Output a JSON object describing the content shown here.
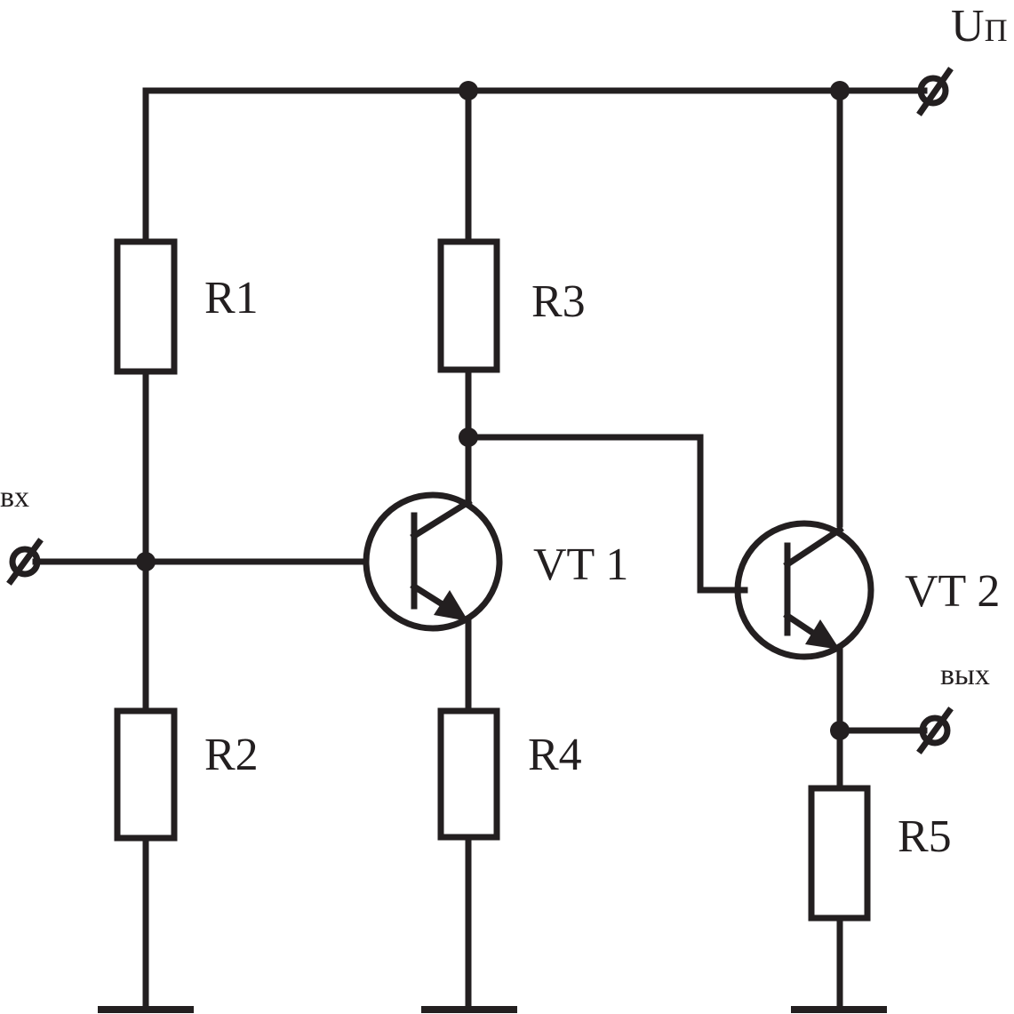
{
  "supply_label_main": "U",
  "supply_label_sub": "П",
  "input_label": "вх",
  "output_label": "вых",
  "resistors": [
    {
      "id": "r1",
      "label": "R1"
    },
    {
      "id": "r2",
      "label": "R2"
    },
    {
      "id": "r3",
      "label": "R3"
    },
    {
      "id": "r4",
      "label": "R4"
    },
    {
      "id": "r5",
      "label": "R5"
    }
  ],
  "transistors": [
    {
      "id": "vt1",
      "label": "VT 1"
    },
    {
      "id": "vt2",
      "label": "VT 2"
    }
  ],
  "colors": {
    "ink": "#231f20",
    "background": "#ffffff"
  }
}
